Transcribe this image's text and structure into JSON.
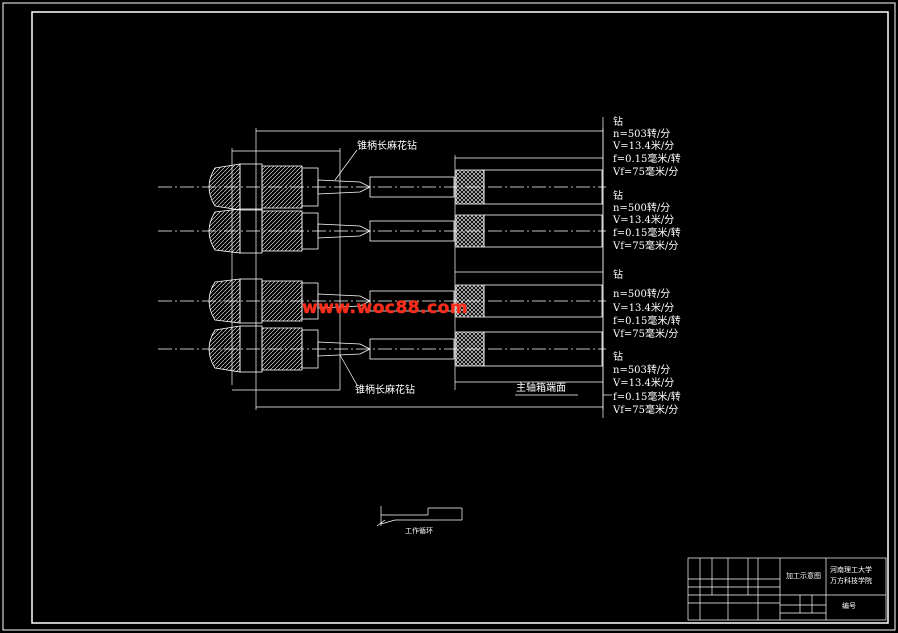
{
  "callouts": {
    "drill_label_top": "锥柄长麻花钻",
    "drill_label_bottom": "锥柄长麻花钻",
    "spindle_face": "主轴箱端面",
    "work_cycle": "工作循环"
  },
  "cutting_params": [
    {
      "title": "钻",
      "n": "n=503转/分",
      "v": "V=13.4米/分",
      "f": "f=0.15毫米/转",
      "vf": "Vf=75毫米/分"
    },
    {
      "title": "钻",
      "n": "n=500转/分",
      "v": "V=13.4米/分",
      "f": "f=0.15毫米/转",
      "vf": "Vf=75毫米/分"
    },
    {
      "title": "钻",
      "n": "n=500转/分",
      "v": "V=13.4米/分",
      "f": "f=0.15毫米/转",
      "vf": "Vf=75毫米/分"
    },
    {
      "title": "钻",
      "n": "n=503转/分",
      "v": "V=13.4米/分",
      "f": "f=0.15毫米/转",
      "vf": "Vf=75毫米/分"
    }
  ],
  "watermark": "www.woc88.com",
  "title_block": {
    "drawing_name": "加工示意图",
    "school_line1": "河南理工大学",
    "school_line2": "万方科技学院",
    "bottom_right": "编号"
  },
  "colors": {
    "background": "#000000",
    "lines": "#ffffff",
    "watermark": "#ff2a1a"
  }
}
